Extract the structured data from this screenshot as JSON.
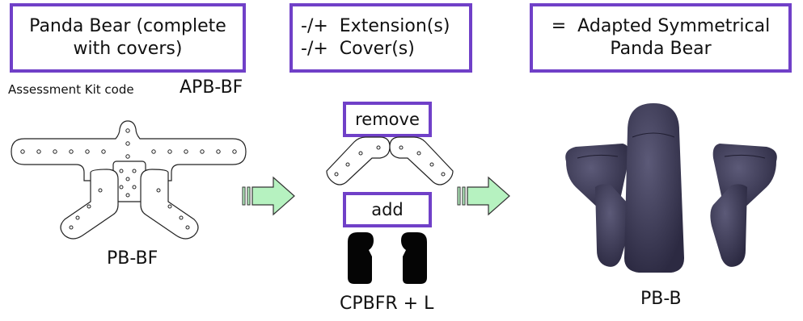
{
  "boxes": {
    "box1": [
      "Panda Bear (complete",
      "with covers)"
    ],
    "box2": [
      "-/+  Extension(s)",
      "-/+  Cover(s)"
    ],
    "box3": [
      "=  Adapted Symmetrical",
      "Panda Bear"
    ]
  },
  "kit": {
    "label": "Assessment Kit code",
    "code": "APB-BF"
  },
  "middle": {
    "remove_label": "remove",
    "add_label": "add"
  },
  "captions": {
    "left": "PB-BF",
    "middle": "CPBFR + L",
    "right": "PB-B"
  },
  "colors": {
    "box_border": "#7040c8",
    "arrow_fill": "#b6f2c0",
    "cushion": "#3e3c58"
  }
}
